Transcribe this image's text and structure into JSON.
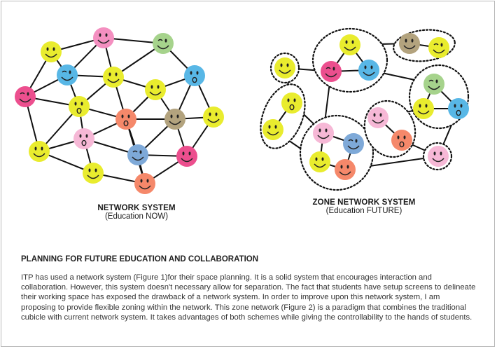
{
  "diagrams": {
    "left": {
      "title": "NETWORK SYSTEM",
      "subtitle": "(Education NOW)"
    },
    "right": {
      "title": "ZONE NETWORK SYSTEM",
      "subtitle": "(Education FUTURE)"
    }
  },
  "article": {
    "heading": "PLANNING FOR FUTURE EDUCATION AND COLLABORATION",
    "body": "ITP has used a network system (Figure 1)for their space planning. It is a solid system that encourages interaction and collaboration. However, this system doesn't necessary allow for separation. The fact that students have setup screens to delineate their working space has exposed the drawback of a network system. In order to improve upon this network system, I am proposing to provide flexible zoning within the network. This zone network (Figure 2) is a paradigm that combines the traditional cubicle with current network system. It takes advantages of both schemes while giving the controllability to the hands of students."
  },
  "palette": {
    "yellow": "#e9ec2e",
    "pink": "#f48fc0",
    "green": "#a6d38c",
    "blue": "#58b7e6",
    "magenta": "#ec4f8e",
    "orange": "#f5886a",
    "lightpink": "#f6b8d6",
    "steel": "#7ea9d8",
    "tan": "#b3a37e",
    "line": "#111111"
  },
  "icons": [
    "smiley-face-icon",
    "wink-face-icon",
    "surprised-face-icon"
  ]
}
